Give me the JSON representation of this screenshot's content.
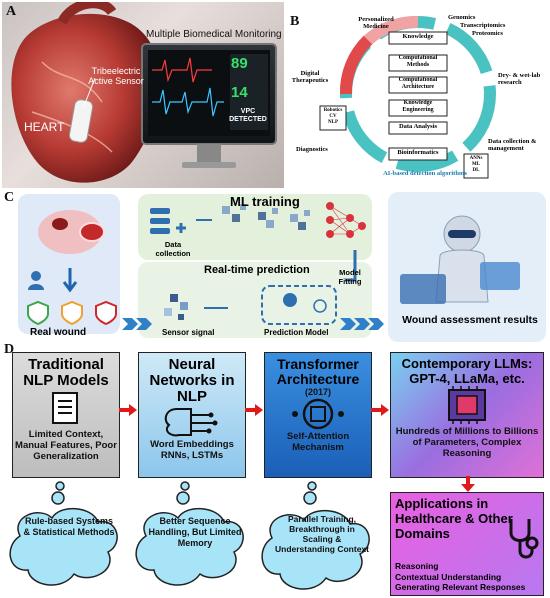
{
  "panelA": {
    "label": "A",
    "title": "Multiple Biomedical Monitoring",
    "sensor_label": "Tribeelectric\nActive Sensor",
    "heart_label": "HEART",
    "reading1": "89",
    "reading2": "14",
    "alert": "VPC DETECTED"
  },
  "panelB": {
    "label": "B",
    "outer": [
      "Genomics",
      "Transcriptomics",
      "Proteomics",
      "Dry- & wet-lab research",
      "Data collection & management",
      "AI-based detection algorithms",
      "Diagnostics",
      "Digital Therapeutics",
      "Personalized Medicine"
    ],
    "inner": [
      "Knowledge",
      "Computational Methods",
      "Computational Architecture",
      "Knowledge Engineering",
      "Data Analysis",
      "Bioinformatics"
    ],
    "robotics": [
      "Robotics",
      "CV",
      "NLP"
    ],
    "ann": [
      "ANNs",
      "ML",
      "DL"
    ]
  },
  "panelC": {
    "label": "C",
    "ml_training": "ML training",
    "data_collection": "Data collection",
    "realtime": "Real-time prediction",
    "model_fitting": "Model Fitting",
    "sensor_signal": "Sensor signal",
    "prediction_model": "Prediction Model",
    "real_wound": "Real wound",
    "results": "Wound assessment results"
  },
  "panelD": {
    "label": "D",
    "boxes": [
      {
        "title": "Traditional NLP Models",
        "text": "Limited Context, Manual Features, Poor Generalization"
      },
      {
        "title": "Neural Networks in NLP",
        "text": "Word Embeddings RNNs, LSTMs"
      },
      {
        "title": "Transformer Architecture",
        "year": "(2017)",
        "text": "Self-Attention Mechanism"
      },
      {
        "title": "Contemporary LLMs: GPT-4, LLaMa, etc.",
        "text": "Hundreds of Millions to Billions of Parameters, Complex Reasoning"
      }
    ],
    "clouds": [
      "Rule-based Systems & Statistical Methods",
      "Better Sequence Handling, But Limited Memory",
      "Parallel Training, Breakthrough in Scaling & Understanding Context"
    ],
    "apps_title": "Applications in Healthcare & Other Domains",
    "apps_items": [
      "Reasoning",
      "Contextual Understanding",
      "Generating Relevant Responses"
    ]
  }
}
